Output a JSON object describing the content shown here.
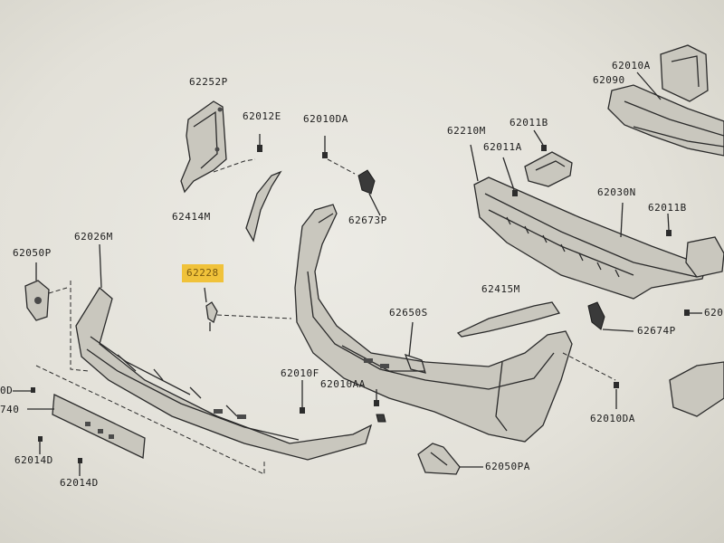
{
  "labels": {
    "p62252P": "62252P",
    "p62012E": "62012E",
    "p62010DA_top": "62010DA",
    "p62210M": "62210M",
    "p62011B_top": "62011B",
    "p62011A": "62011A",
    "p62010A": "62010A",
    "p62090": "62090",
    "p62414M": "62414M",
    "p62673P": "62673P",
    "p62030N": "62030N",
    "p62011B_right": "62011B",
    "p62050P": "62050P",
    "p62026M": "62026M",
    "p62228": "62228",
    "p62415M": "62415M",
    "p62650S": "62650S",
    "p62674P": "62674P",
    "p620_right": "620",
    "p0D_left": "0D",
    "p62010F": "62010F",
    "p62010AA": "62010AA",
    "p740_left": "740",
    "p62010DA_bottom": "62010DA",
    "p62014D_a": "62014D",
    "p62014D_b": "62014D",
    "p62050PA": "62050PA"
  },
  "highlight_color": "#f0c23a"
}
